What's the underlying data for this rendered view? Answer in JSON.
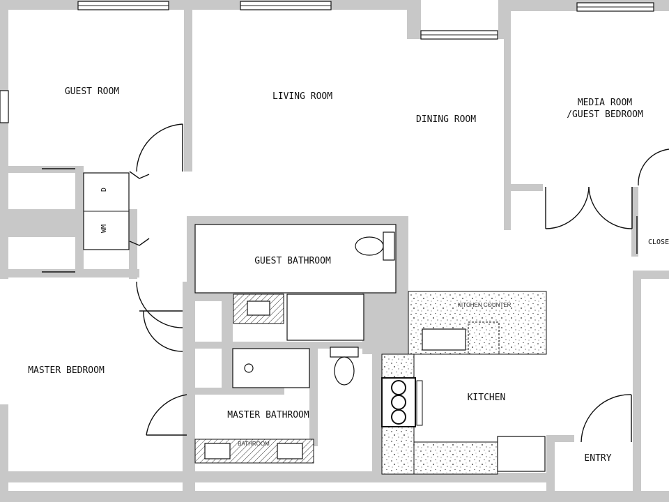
{
  "rooms": {
    "guest_room": "GUEST ROOM",
    "living_room": "LIVING ROOM",
    "dining_room": "DINING ROOM",
    "media_room_line1": "MEDIA ROOM",
    "media_room_line2": "/GUEST BEDROOM",
    "closet": "CLOSE",
    "guest_bathroom": "GUEST BATHROOM",
    "master_bedroom": "MASTER BEDROOM",
    "master_bathroom": "MASTER BATHROOM",
    "kitchen": "KITCHEN",
    "entry": "ENTRY"
  },
  "appliances": {
    "dryer": "D",
    "washer": "WM"
  },
  "annotations": {
    "kitchen_counter": "KITCHEN  COUNTER",
    "bathroom_vanity": "BATHROOM"
  },
  "colors": {
    "wall_fill": "#c8c8c8",
    "line": "#111111",
    "background": "#ffffff"
  }
}
